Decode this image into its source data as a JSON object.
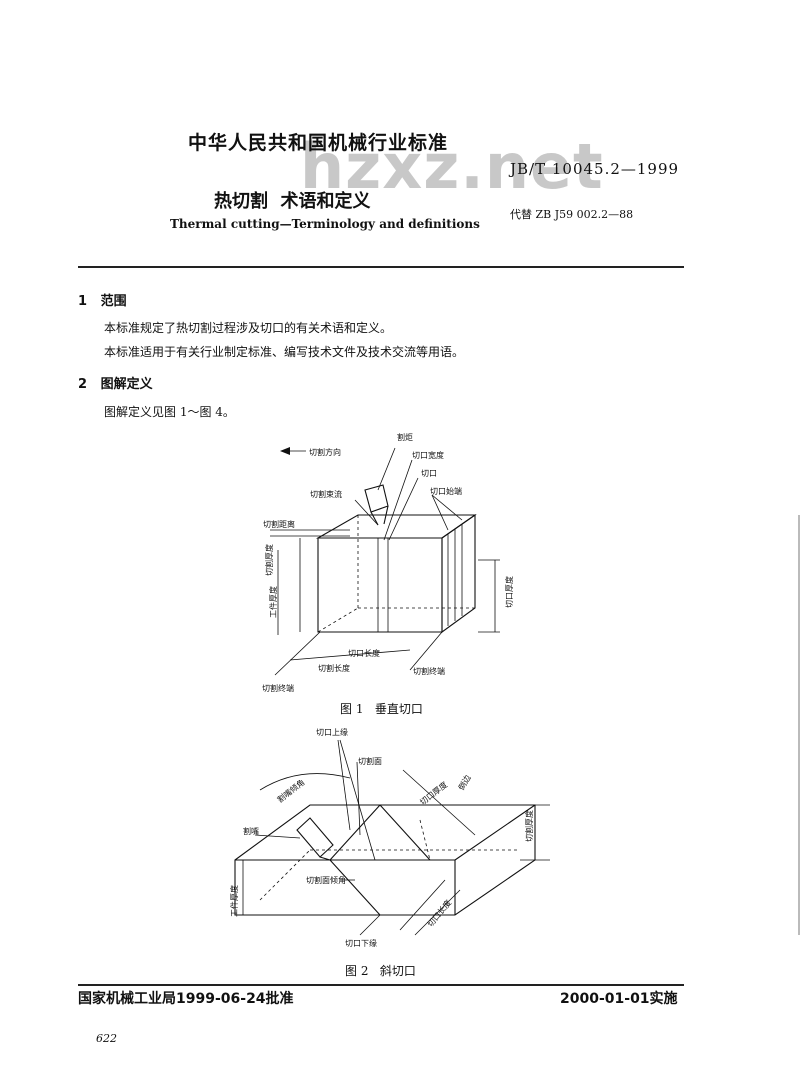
{
  "watermark": "hzxz.net",
  "header": {
    "title": "中华人民共和国机械行业标准",
    "standard_no": "JB/T 10045.2—1999",
    "doc_title": "热切割  术语和定义",
    "english_title": "Thermal cutting—Terminology and definitions",
    "replaces": "代替 ZB J59 002.2—88"
  },
  "sections": [
    {
      "number": "1",
      "heading": "范围",
      "paragraphs": [
        "本标准规定了热切割过程涉及切口的有关术语和定义。",
        "本标准适用于有关行业制定标准、编写技术文件及技术交流等用语。"
      ]
    },
    {
      "number": "2",
      "heading": "图解定义",
      "paragraphs": [
        "图解定义见图 1～图 4。"
      ]
    }
  ],
  "figure1": {
    "caption": "图 1   垂直切口",
    "labels": {
      "direction": "切割方向",
      "torch": "割炬",
      "kerf_width": "切口宽度",
      "kerf": "切口",
      "cut_start": "切口始端",
      "cutting_stream": "切割束流",
      "standoff": "切割距离",
      "cut_thickness": "切割厚度",
      "workpiece_thickness": "工件厚度",
      "kerf_thickness": "切口厚度",
      "kerf_length": "切口长度",
      "cut_length": "切割长度",
      "cut_terminal": "切割终端",
      "cut_end": "切割终端"
    }
  },
  "figure2": {
    "caption": "图 2   斜切口",
    "labels": {
      "top_edge": "切口上缘",
      "cut_face": "切割面",
      "nozzle_angle": "割嘴倾角",
      "kerf_thickness": "切口厚度",
      "bevel": "倒边",
      "cut_thickness": "切割厚度",
      "nozzle": "割嘴",
      "face_angle": "切割面倾角",
      "workpiece_thickness": "工件厚度",
      "kerf_length": "切口长度",
      "bottom_edge": "切口下缘"
    }
  },
  "footer": {
    "approved": "国家机械工业局1999-06-24批准",
    "effective": "2000-01-01实施",
    "page_no": "622"
  }
}
